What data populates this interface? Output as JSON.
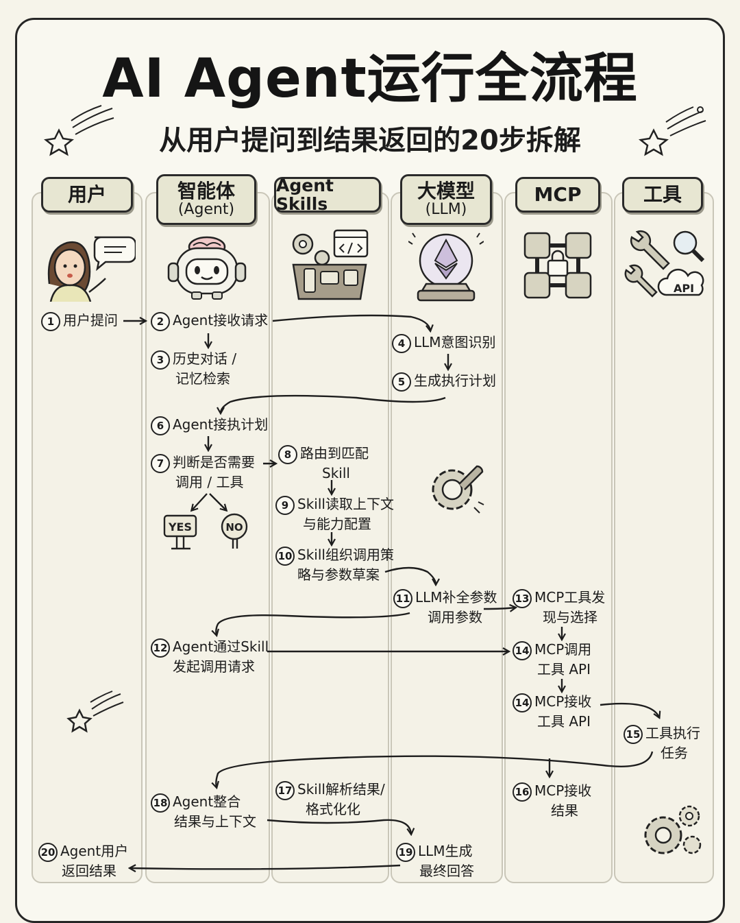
{
  "title": "AI Agent运行全流程",
  "subtitle": "从用户提问到结果返回的20步拆解",
  "lanes": [
    {
      "label": "用户",
      "sub": ""
    },
    {
      "label": "智能体",
      "sub": "(Agent)"
    },
    {
      "label": "Agent Skills",
      "sub": ""
    },
    {
      "label": "大模型",
      "sub": "(LLM)"
    },
    {
      "label": "MCP",
      "sub": ""
    },
    {
      "label": "工具",
      "sub": ""
    }
  ],
  "steps": [
    {
      "num": "1",
      "line1": "用户提问",
      "line2": ""
    },
    {
      "num": "2",
      "line1": "Agent接收请求",
      "line2": ""
    },
    {
      "num": "3",
      "line1": "历史对话 /",
      "line2": "记忆检索"
    },
    {
      "num": "4",
      "line1": "LLM意图识别",
      "line2": ""
    },
    {
      "num": "5",
      "line1": "生成执行计划",
      "line2": ""
    },
    {
      "num": "6",
      "line1": "Agent接执计划",
      "line2": ""
    },
    {
      "num": "7",
      "line1": "判断是否需要",
      "line2": "调用 / 工具"
    },
    {
      "num": "8",
      "line1": "路由到匹配",
      "line2": "Skill"
    },
    {
      "num": "9",
      "line1": "Skill读取上下文",
      "line2": "与能力配置"
    },
    {
      "num": "10",
      "line1": "Skill组织调用策",
      "line2": "略与参数草案"
    },
    {
      "num": "11",
      "line1": "LLM补全参数",
      "line2": "调用参数"
    },
    {
      "num": "12",
      "line1": "Agent通过Skill",
      "line2": "发起调用请求"
    },
    {
      "num": "13",
      "line1": "MCP工具发",
      "line2": "现与选择"
    },
    {
      "num": "14",
      "line1": "MCP调用",
      "line2": "工具 API"
    },
    {
      "num": "14",
      "line1": "MCP接收",
      "line2": "工具 API"
    },
    {
      "num": "15",
      "line1": "工具执行",
      "line2": "任务"
    },
    {
      "num": "16",
      "line1": "MCP接收",
      "line2": "结果"
    },
    {
      "num": "17",
      "line1": "Skill解析结果/",
      "line2": "格式化化"
    },
    {
      "num": "18",
      "line1": "Agent整合",
      "line2": "结果与上下文"
    },
    {
      "num": "19",
      "line1": "LLM生成",
      "line2": "最终回答"
    },
    {
      "num": "20",
      "line1": "Agent用户",
      "line2": "返回结果"
    }
  ],
  "decision": {
    "yes": "YES",
    "no": "NO"
  },
  "api_badge": "API",
  "colors": {
    "ink": "#1b1b1b",
    "header_fill": "#e7e6d2",
    "lane_fill": "#f4f2e7",
    "background": "#f9f8f0"
  }
}
